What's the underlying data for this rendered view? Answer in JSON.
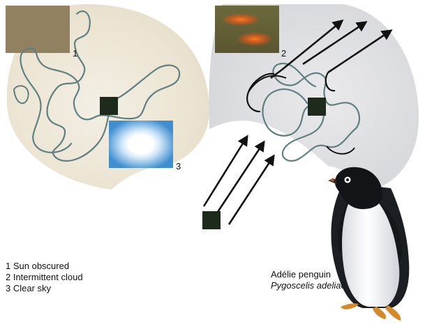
{
  "markers": {
    "m1": "1",
    "m2": "2",
    "m3": "3"
  },
  "legend": [
    "1 Sun obscured",
    "2 Intermittent cloud",
    "3 Clear sky"
  ],
  "caption": {
    "common_name": "Adélie penguin",
    "scientific_name": "Pygoscelis adeliae"
  },
  "colors": {
    "panel_left": "#ece6d6",
    "panel_right": "#dfe0e3",
    "track": "#5f7f80",
    "arrow": "#111111",
    "square": "#1d2a1c"
  }
}
